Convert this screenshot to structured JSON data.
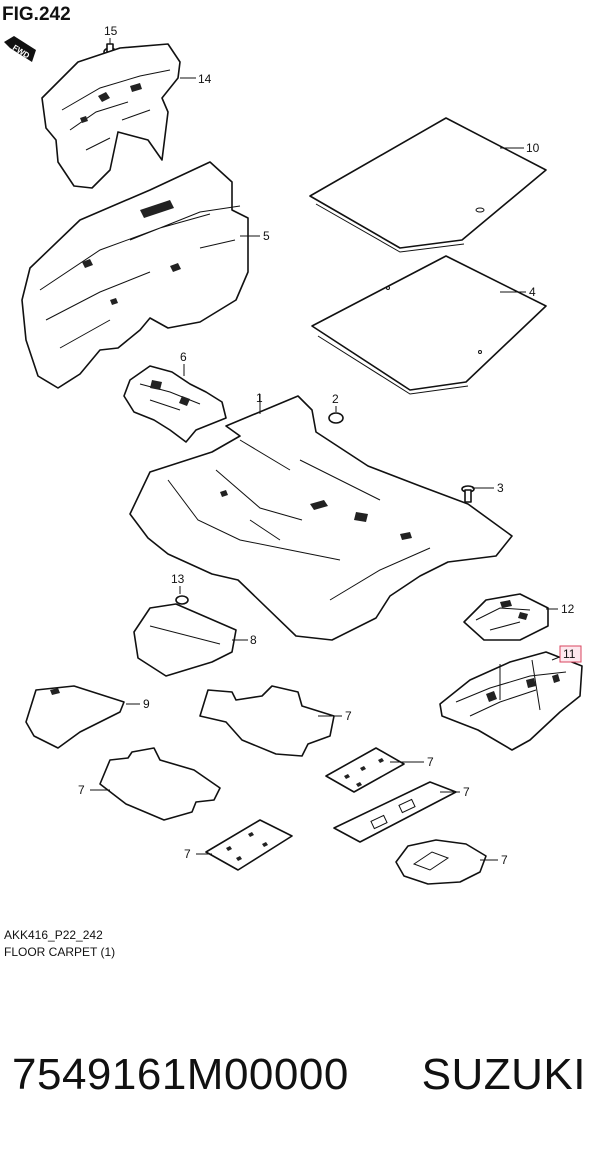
{
  "figure": {
    "title": "FIG.242",
    "fwd_label": "FWD"
  },
  "callouts": [
    "15",
    "14",
    "10",
    "5",
    "4",
    "6",
    "1",
    "2",
    "3",
    "13",
    "12",
    "11",
    "8",
    "9",
    "7",
    "7",
    "7",
    "7",
    "7",
    "7"
  ],
  "caption": {
    "code": "AKK416_P22_242",
    "description": "FLOOR CARPET (1)"
  },
  "footer": {
    "part_number": "7549161M00000",
    "brand": "SUZUKI"
  },
  "colors": {
    "line": "#111111",
    "highlight_fill": "#fde8ee",
    "highlight_stroke": "#d9455f"
  }
}
